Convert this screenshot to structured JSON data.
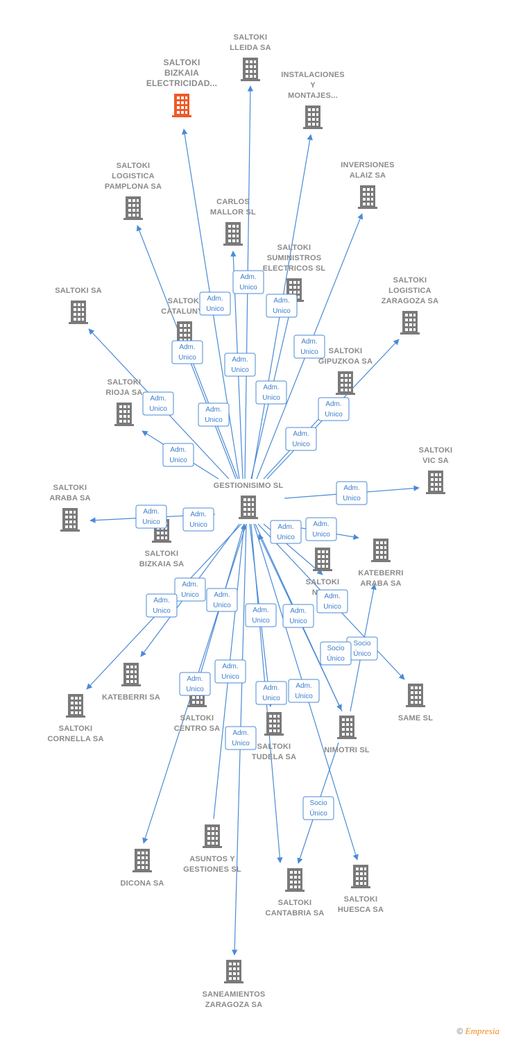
{
  "colors": {
    "edge": "#4a8ad6",
    "node": "#7a7a7a",
    "focus_node": "#f05a28",
    "label": "#8a8a8a"
  },
  "nodes": [
    {
      "id": "gestionisimo",
      "lines": [
        "GESTIONISIMO SL"
      ],
      "icon": "building-icon"
    },
    {
      "id": "bizkaia_elec",
      "lines": [
        "SALTOKI",
        "BIZKAIA",
        "ELECTRICIDAD..."
      ],
      "icon": "building-icon",
      "focus": true
    },
    {
      "id": "lleida",
      "lines": [
        "SALTOKI",
        "LLEIDA SA"
      ],
      "icon": "building-icon"
    },
    {
      "id": "instalaciones",
      "lines": [
        "INSTALACIONES",
        "Y",
        "MONTAJES..."
      ],
      "icon": "building-icon"
    },
    {
      "id": "log_pamplona",
      "lines": [
        "SALTOKI",
        "LOGISTICA",
        "PAMPLONA SA"
      ],
      "icon": "building-icon"
    },
    {
      "id": "alaiz",
      "lines": [
        "INVERSIONES",
        "ALAIZ SA"
      ],
      "icon": "building-icon"
    },
    {
      "id": "carlos",
      "lines": [
        "CARLOS",
        "MALLOR SL"
      ],
      "icon": "building-icon"
    },
    {
      "id": "suministros",
      "lines": [
        "SALTOKI",
        "SUMINISTROS",
        "ELECTRICOS SL"
      ],
      "icon": "building-icon"
    },
    {
      "id": "saltoki_sa",
      "lines": [
        "SALTOKI SA"
      ],
      "icon": "building-icon"
    },
    {
      "id": "catalunya",
      "lines": [
        "SALTOKI",
        "CATALUNYA"
      ],
      "icon": "building-icon"
    },
    {
      "id": "log_zaragoza",
      "lines": [
        "SALTOKI",
        "LOGISTICA",
        "ZARAGOZA SA"
      ],
      "icon": "building-icon"
    },
    {
      "id": "gipuzkoa",
      "lines": [
        "SALTOKI",
        "GIPUZKOA SA"
      ],
      "icon": "building-icon"
    },
    {
      "id": "rioja",
      "lines": [
        "SALTOKI",
        "RIOJA SA"
      ],
      "icon": "building-icon"
    },
    {
      "id": "vic",
      "lines": [
        "SALTOKI",
        "VIC SA"
      ],
      "icon": "building-icon"
    },
    {
      "id": "araba",
      "lines": [
        "SALTOKI",
        "ARABA SA"
      ],
      "icon": "building-icon"
    },
    {
      "id": "bizkaia",
      "lines": [
        "SALTOKI",
        "BIZKAIA SA"
      ],
      "icon": "building-icon"
    },
    {
      "id": "navarra",
      "lines": [
        "SALTOKI",
        "NAVA"
      ],
      "icon": "building-icon"
    },
    {
      "id": "kateberri_araba",
      "lines": [
        "KATEBERRI",
        "ARABA SA"
      ],
      "icon": "building-icon"
    },
    {
      "id": "kateberri",
      "lines": [
        "KATEBERRI SA"
      ],
      "icon": "building-icon"
    },
    {
      "id": "cornella",
      "lines": [
        "SALTOKI",
        "CORNELLA SA"
      ],
      "icon": "building-icon"
    },
    {
      "id": "centro",
      "lines": [
        "SALTOKI",
        "CENTRO SA"
      ],
      "icon": "building-icon"
    },
    {
      "id": "tudela",
      "lines": [
        "SALTOKI",
        "TUDELA SA"
      ],
      "icon": "building-icon"
    },
    {
      "id": "nimotri",
      "lines": [
        "NIMOTRI SL"
      ],
      "icon": "building-icon"
    },
    {
      "id": "same",
      "lines": [
        "SAME SL"
      ],
      "icon": "building-icon"
    },
    {
      "id": "dicona",
      "lines": [
        "DICONA SA"
      ],
      "icon": "building-icon"
    },
    {
      "id": "asuntos",
      "lines": [
        "ASUNTOS Y",
        "GESTIONES SL"
      ],
      "icon": "building-icon"
    },
    {
      "id": "cantabria",
      "lines": [
        "SALTOKI",
        "CANTABRIA SA"
      ],
      "icon": "building-icon"
    },
    {
      "id": "huesca",
      "lines": [
        "SALTOKI",
        "HUESCA SA"
      ],
      "icon": "building-icon"
    },
    {
      "id": "saneamientos",
      "lines": [
        "SANEAMIENTOS",
        "ZARAGOZA SA"
      ],
      "icon": "building-icon"
    }
  ],
  "edges": [
    {
      "from": "gestionisimo",
      "to": "bizkaia_elec",
      "lines": [
        "Adm.",
        "Unico"
      ]
    },
    {
      "from": "gestionisimo",
      "to": "lleida",
      "lines": [
        "Adm.",
        "Unico"
      ]
    },
    {
      "from": "gestionisimo",
      "to": "instalaciones",
      "lines": [
        "Adm.",
        "Unico"
      ]
    },
    {
      "from": "gestionisimo",
      "to": "log_pamplona",
      "lines": [
        "Adm.",
        "Unico"
      ]
    },
    {
      "from": "gestionisimo",
      "to": "alaiz",
      "lines": [
        "Adm.",
        "Unico"
      ]
    },
    {
      "from": "gestionisimo",
      "to": "carlos",
      "lines": [
        "Adm.",
        "Unico"
      ]
    },
    {
      "from": "gestionisimo",
      "to": "suministros",
      "lines": [
        "Adm.",
        "Unico"
      ]
    },
    {
      "from": "gestionisimo",
      "to": "saltoki_sa",
      "lines": [
        "Adm.",
        "Unico"
      ]
    },
    {
      "from": "gestionisimo",
      "to": "catalunya",
      "lines": [
        "Adm.",
        "Unico"
      ]
    },
    {
      "from": "gestionisimo",
      "to": "log_zaragoza",
      "lines": [
        "Adm.",
        "Unico"
      ]
    },
    {
      "from": "gestionisimo",
      "to": "gipuzkoa",
      "lines": [
        "Adm.",
        "Unico"
      ]
    },
    {
      "from": "gestionisimo",
      "to": "rioja",
      "lines": [
        "Adm.",
        "Unico"
      ]
    },
    {
      "from": "gestionisimo",
      "to": "vic",
      "lines": [
        "Adm.",
        "Unico"
      ]
    },
    {
      "from": "gestionisimo",
      "to": "araba",
      "lines": [
        "Adm.",
        "Unico"
      ]
    },
    {
      "from": "gestionisimo",
      "to": "bizkaia",
      "lines": [
        "Adm.",
        "Unico"
      ]
    },
    {
      "from": "gestionisimo",
      "to": "navarra",
      "lines": [
        "Adm.",
        "Unico"
      ]
    },
    {
      "from": "gestionisimo",
      "to": "kateberri_araba",
      "lines": [
        "Adm.",
        "Unico"
      ]
    },
    {
      "from": "gestionisimo",
      "to": "kateberri",
      "lines": [
        "Adm.",
        "Unico"
      ]
    },
    {
      "from": "gestionisimo",
      "to": "cornella",
      "lines": [
        "Adm.",
        "Unico"
      ]
    },
    {
      "from": "gestionisimo",
      "to": "centro",
      "lines": [
        "Adm.",
        "Unico"
      ]
    },
    {
      "from": "gestionisimo",
      "to": "tudela",
      "lines": [
        "Adm.",
        "Unico"
      ]
    },
    {
      "from": "gestionisimo",
      "to": "nimotri",
      "lines": [
        "Adm.",
        "Unico"
      ]
    },
    {
      "from": "gestionisimo",
      "to": "same",
      "lines": [
        "Adm.",
        "Unico"
      ]
    },
    {
      "from": "gestionisimo",
      "to": "dicona",
      "lines": [
        "Adm.",
        "Unico"
      ]
    },
    {
      "from": "gestionisimo",
      "to": "cantabria",
      "lines": [
        "Adm.",
        "Unico"
      ]
    },
    {
      "from": "gestionisimo",
      "to": "huesca",
      "lines": [
        "Adm.",
        "Unico"
      ]
    },
    {
      "from": "gestionisimo",
      "to": "saneamientos",
      "lines": [
        "Adm.",
        "Unico"
      ]
    },
    {
      "from": "asuntos",
      "to": "gestionisimo",
      "lines": [
        "Adm.",
        "Unico"
      ]
    },
    {
      "from": "nimotri",
      "to": "kateberri_araba",
      "lines": [
        "Socio",
        "Único"
      ]
    },
    {
      "from": "nimotri",
      "to": "gestionisimo",
      "lines": [
        "Socio",
        "Único"
      ]
    },
    {
      "from": "nimotri",
      "to": "cantabria",
      "lines": [
        "Socio",
        "Único"
      ]
    }
  ],
  "footer": {
    "copyright": "©",
    "brand": "Empresia"
  }
}
